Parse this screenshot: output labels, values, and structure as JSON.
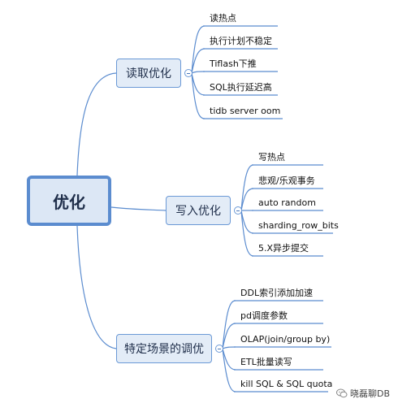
{
  "root": {
    "label": "优化"
  },
  "branches": [
    {
      "label": "读取优化",
      "children": [
        "读热点",
        "执行计划不稳定",
        "Tiflash下推",
        "SQL执行延迟高",
        "tidb server oom"
      ]
    },
    {
      "label": "写入优化",
      "children": [
        "写热点",
        "悲观/乐观事务",
        "auto random",
        "sharding_row_bits",
        "5.X异步提交"
      ]
    },
    {
      "label": "特定场景的调优",
      "children": [
        "DDL索引添加加速",
        "pd调度参数",
        "OLAP(join/group by)",
        "ETL批量读写",
        "kill SQL & SQL quota"
      ]
    }
  ],
  "watermark": {
    "text": "晓磊聊DB",
    "icon": "wechat-icon"
  },
  "colors": {
    "line": "#5b8ccf",
    "root_fill": "#dce7f5",
    "branch_fill": "#e3ecf7"
  }
}
